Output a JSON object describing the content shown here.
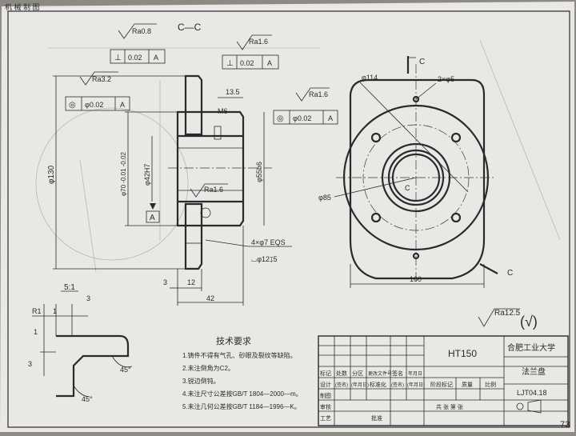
{
  "header": {
    "top_left": "机 械 制 图"
  },
  "section_view": {
    "label": "C—C",
    "roughness": {
      "top_left": "Ra0.8",
      "top_right": "Ra1.6",
      "left": "Ra3.2",
      "right": "Ra1.6",
      "bore": "Ra1.6"
    },
    "tolerance_frames": {
      "perp_top": {
        "symbol": "⊥",
        "value": "0.02",
        "datum": "A"
      },
      "perp_mid": {
        "symbol": "⊥",
        "value": "0.02",
        "datum": "A"
      },
      "coax_left": {
        "symbol": "◎",
        "value": "φ0.02",
        "datum": "A"
      },
      "coax_right": {
        "symbol": "◎",
        "value": "φ0.02",
        "datum": "A"
      }
    },
    "dims": {
      "d130": "φ130",
      "d70": "φ70 -0.01 -0.02",
      "d42": "φ42H7",
      "d55": "φ55h6",
      "m6": "M6",
      "d135": "13.5",
      "d3": "3",
      "d12": "12",
      "d42w": "42"
    },
    "datum": "A",
    "hole_note1": "4×φ7 EQS",
    "hole_note2": "⌴φ12↧5"
  },
  "detail_view": {
    "scale": "5:1",
    "r1": "R1",
    "d1": "1",
    "d3a": "3",
    "d3b": "3",
    "d1b": "1",
    "a45a": "45°",
    "a45b": "45°"
  },
  "front_view": {
    "d114": "φ114",
    "holes": "2×φ5",
    "d85": "φ85",
    "d100": "100",
    "section_mark": "C"
  },
  "surface_finish": {
    "value": "Ra12.5",
    "symbol": "(√)"
  },
  "tech_req": {
    "title": "技术要求",
    "items": [
      "1.铸件不得有气孔、砂眼及裂纹等缺陷。",
      "2.未注倒角为C2。",
      "3.锐边倒钝。",
      "4.未注尺寸公差按GB/T 1804—2000—m。",
      "5.未注几何公差按GB/T 1184—1996—K。"
    ]
  },
  "title_block": {
    "material": "HT150",
    "school": "合肥工业大学",
    "part_name": "法兰盘",
    "drawing_no": "LJT04.18",
    "row_labels": [
      "标记",
      "处数",
      "分区",
      "更改文件号",
      "签名",
      "年月日"
    ],
    "row2": [
      "设计",
      "(签名)",
      "(年月日)",
      "标准化",
      "(签名)",
      "(年月日)"
    ],
    "side_labels": [
      "制图",
      "审核",
      "工艺"
    ],
    "mid_labels": [
      "阶段标记",
      "质量",
      "比例"
    ],
    "bottom": [
      "共 张 第 张"
    ],
    "approve": "批准"
  },
  "page_number": "73"
}
